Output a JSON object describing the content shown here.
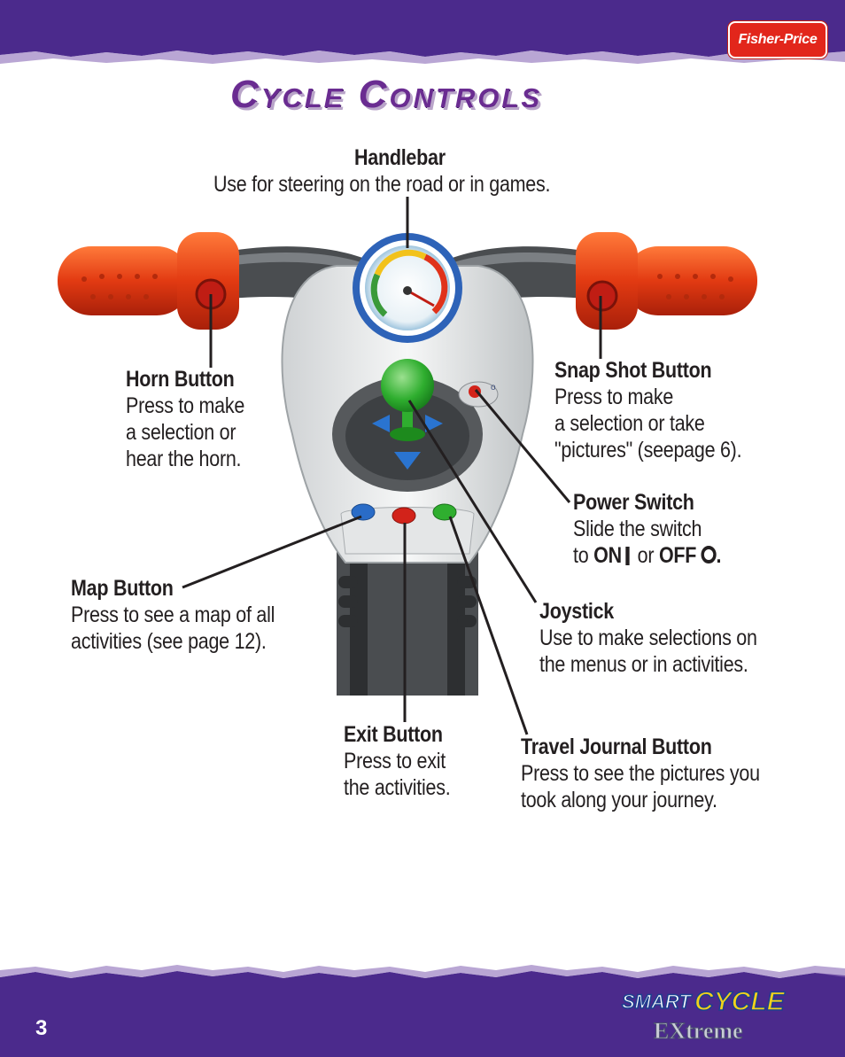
{
  "header": {
    "brand": "Fisher-Price",
    "title": "Cycle Controls"
  },
  "callouts": {
    "handlebar": {
      "title": "Handlebar",
      "lines": [
        "Use for steering on the road or in games."
      ]
    },
    "horn": {
      "title": "Horn Button",
      "lines": [
        "Press to make",
        "a selection or",
        "hear the horn."
      ]
    },
    "snapshot": {
      "title": "Snap Shot Button",
      "lines": [
        "Press to make",
        "a selection or take",
        "\"pictures\" (seepage 6)."
      ]
    },
    "power": {
      "title": "Power Switch",
      "lines": [
        "Slide the switch"
      ],
      "line2_prefix": "to ",
      "on": "ON",
      "or": " or ",
      "off": "OFF",
      "end": "."
    },
    "map": {
      "title": "Map Button",
      "lines": [
        "Press to see a map of all",
        "activities (see page 12)."
      ]
    },
    "joystick": {
      "title": "Joystick",
      "lines": [
        "Use to make selections on",
        "the menus or in activities."
      ]
    },
    "exit": {
      "title": "Exit Button",
      "lines": [
        "Press to exit",
        "the activities."
      ]
    },
    "journal": {
      "title": "Travel Journal Button",
      "lines": [
        "Press to see the pictures you",
        "took along your journey."
      ]
    }
  },
  "footer": {
    "page_number": "3",
    "product_logo": {
      "line1": "SMART",
      "line2": "CYCLE",
      "line3": "EXtreme"
    }
  },
  "colors": {
    "banner": "#4b2a8c",
    "title": "#6a2c91",
    "grip": "#e23a12",
    "joystick": "#2fae2f",
    "brand_red": "#e2261b"
  }
}
